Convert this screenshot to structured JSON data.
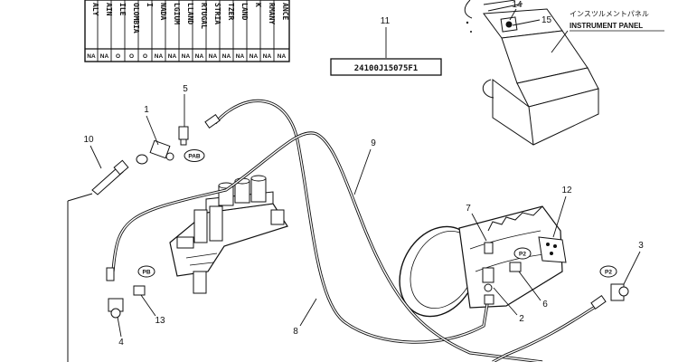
{
  "country_table": {
    "headers": [
      "ALY",
      "AIN",
      "ILE",
      "OLOMBIA",
      "I",
      "NADA",
      "LGIUM",
      "LLAND",
      "RTUGAL",
      "STRIA",
      "TZER",
      "LAND",
      "K",
      "RMANY",
      "ANCE"
    ],
    "values": [
      "NA",
      "NA",
      "O",
      "O",
      "O",
      "NA",
      "NA",
      "NA",
      "NA",
      "NA",
      "NA",
      "NA",
      "NA",
      "NA",
      "NA"
    ]
  },
  "part_number": "24100J15075F1",
  "instrument_panel": {
    "jp_label": "インスツルメントパネル",
    "en_label": "INSTRUMENT PANEL"
  },
  "callouts": [
    "1",
    "2",
    "3",
    "4",
    "5",
    "6",
    "7",
    "8",
    "9",
    "10",
    "11",
    "12",
    "13",
    "14",
    "15"
  ],
  "badges": [
    "PAB",
    "PB",
    "P2",
    "P2"
  ]
}
